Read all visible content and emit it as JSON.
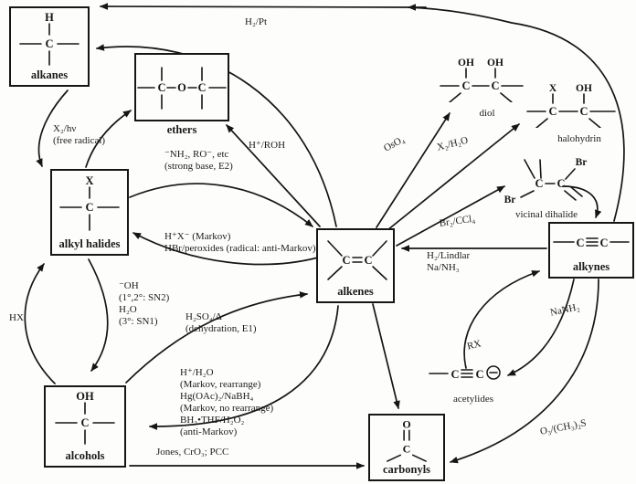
{
  "nodes": {
    "alkanes": {
      "label": "alkanes"
    },
    "ethers": {
      "label": "ethers"
    },
    "alkyl_halides": {
      "label": "alkyl halides"
    },
    "alcohols": {
      "label": "alcohols"
    },
    "alkenes": {
      "label": "alkenes"
    },
    "alkynes": {
      "label": "alkynes"
    },
    "carbonyls": {
      "label": "carbonyls"
    }
  },
  "satellites": {
    "diol": {
      "label": "diol"
    },
    "halohydrin": {
      "label": "halohydrin"
    },
    "vicinal_dihalide": {
      "label": "vicinal dihalide"
    },
    "acetylides": {
      "label": "acetylides"
    }
  },
  "atoms": {
    "h": "H",
    "c": "C",
    "o": "O",
    "x": "X",
    "oh": "OH",
    "br": "Br"
  },
  "reagents": {
    "h2_pt": "H₂/Pt",
    "x2_hv_1": "X₂/hν",
    "x2_hv_2": "(free radical)",
    "strong_base_1": "⁻NH₂, RO⁻, etc",
    "strong_base_2": "(strong base, E2)",
    "h_roh": "H⁺/ROH",
    "hx_markov_1": "H⁺X⁻ (Markov)",
    "hx_markov_2": "HBr/peroxides (radical: anti-Markov)",
    "sn_1": "⁻OH",
    "sn_2": "(1°,2°: SN2)",
    "sn_3": "H₂O",
    "sn_4": "(3°: SN1)",
    "hx": "HX",
    "dehydration_1": "H₂SO₄/Δ",
    "dehydration_2": "(dehydration, E1)",
    "hydration_1": "H⁺/H₂O",
    "hydration_2": "(Markov, rearrange)",
    "hydration_3": "Hg(OAc)₂/NaBH₄",
    "hydration_4": "(Markov, no rearrange)",
    "hydration_5": "BH₃•THF/H₂O₂",
    "hydration_6": "(anti-Markov)",
    "jones": "Jones, CrO₃; PCC",
    "oso4": "OsO₄",
    "x2_h2o": "X₂/H₂O",
    "br2_ccl4": "Br₂/CCl₄",
    "lindlar_1": "H₂/Lindlar",
    "lindlar_2": "Na/NH₃",
    "nanh2": "NaNH₂",
    "rx": "RX",
    "ozonolysis": "O₃/(CH₃)₂S"
  }
}
